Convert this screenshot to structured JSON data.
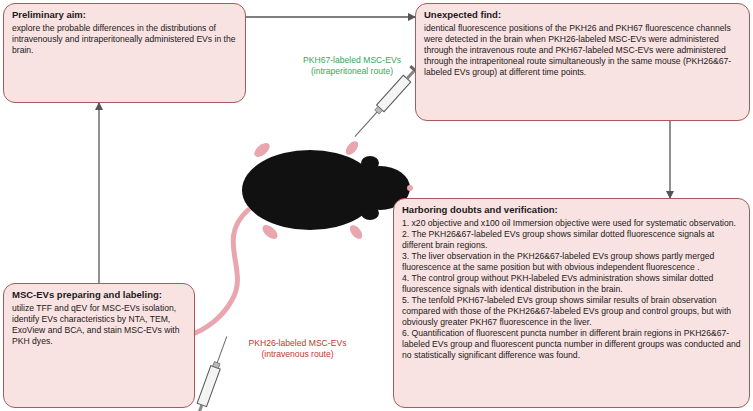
{
  "diagram": {
    "nodes": [
      {
        "text": [
          "Preliminary aim:",
          "explore the probable differences in the distributions of intravenously and intraperitoneally administered EVs in the brain."
        ]
      },
      {
        "text": [
          "Unexpected find:",
          "identical fluorescence positions of the PKH26 and PKH67 fluorescence channels were detected in the brain when PKH26-labeled MSC-EVs were administered through the intravenous route and PKH67-labeled MSC-EVs were administered through the intraperitoneal route simultaneously in the same mouse (PKH26&67-labeled EVs group) at different time points."
        ]
      },
      {
        "text": [
          "Harboring doubts and verification:",
          "1. x20 objective and x100 oil Immersion objective were used for systematic observation.",
          "2. The PKH26&67-labeled EVs group shows similar dotted fluorescence signals at different brain regions.",
          "3. The liver observation in the PKH26&67-labeled EVs group shows partly merged fluorescence at the same position but with obvious independent fluorescence .",
          "4. The control group without PKH-labeled EVs administration shows similar dotted fluorescence signals with identical distribution in the brain.",
          "5. The tenfold PKH67-labeled EVs group shows similar results of brain observation compared with those of the PKH26&67-labeled EVs group and control groups, but with obviously greater PKH67 fluorescence in the liver.",
          "6. Quantification of fluorescent puncta number in different brain regions in PKH26&67-labeled EVs group and fluorescent puncta number in different groups was conducted and no statistically significant difference was found."
        ]
      },
      {
        "text": [
          "MSC-EVs preparing and labeling:",
          "utilize TFF and qEV for MSC-EVs isolation, identify EVs characteristics by NTA, TEM, ExoView and BCA, and stain MSC-EVs with PKH dyes."
        ]
      }
    ],
    "edges": [
      {
        "from": 0,
        "to": 1,
        "arrow": "to"
      },
      {
        "from": 1,
        "to": 2,
        "arrow": "to"
      },
      {
        "from": 3,
        "to": 0,
        "arrow": "to"
      }
    ],
    "labels": [
      "PKH67-labeled MSC-EVs (intraperitoneal route)",
      "PKH26-labeled MSC-EVs (intravenous route)"
    ]
  }
}
